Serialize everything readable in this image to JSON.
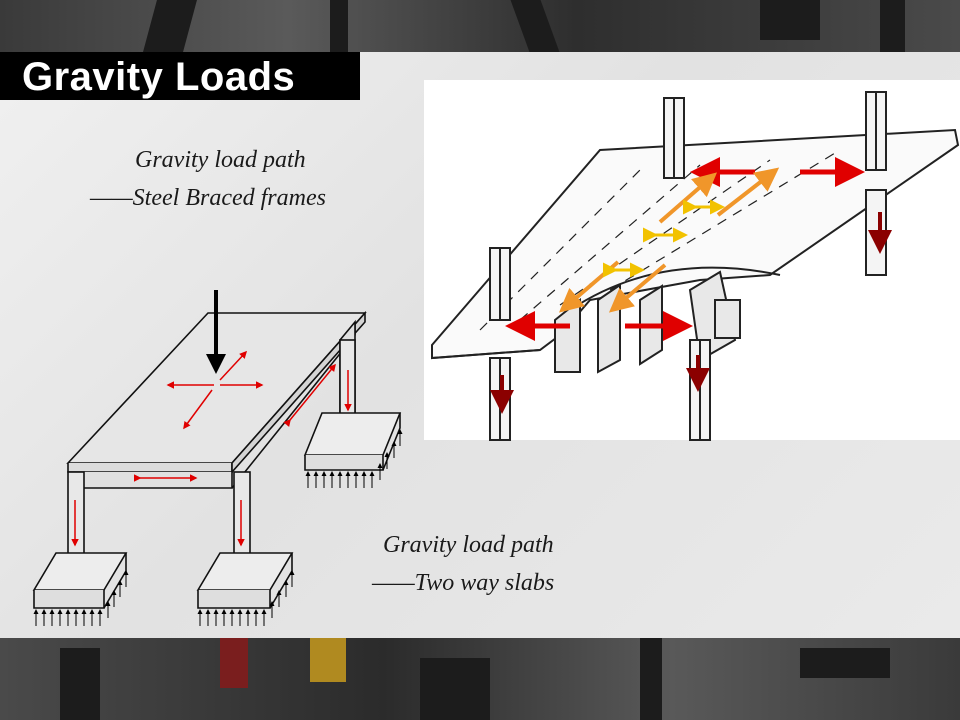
{
  "slide": {
    "title": "Gravity Loads"
  },
  "captions": {
    "steel_line1": "Gravity load path",
    "steel_line2": "——Steel Braced frames",
    "slab_line1": "Gravity load path",
    "slab_line2": "——Two way slabs"
  },
  "colors": {
    "title_bg": "#000000",
    "arrow_red": "#e00000",
    "arrow_dark_red": "#8b0000",
    "arrow_orange": "#f0962a",
    "arrow_yellow": "#f2c200"
  }
}
